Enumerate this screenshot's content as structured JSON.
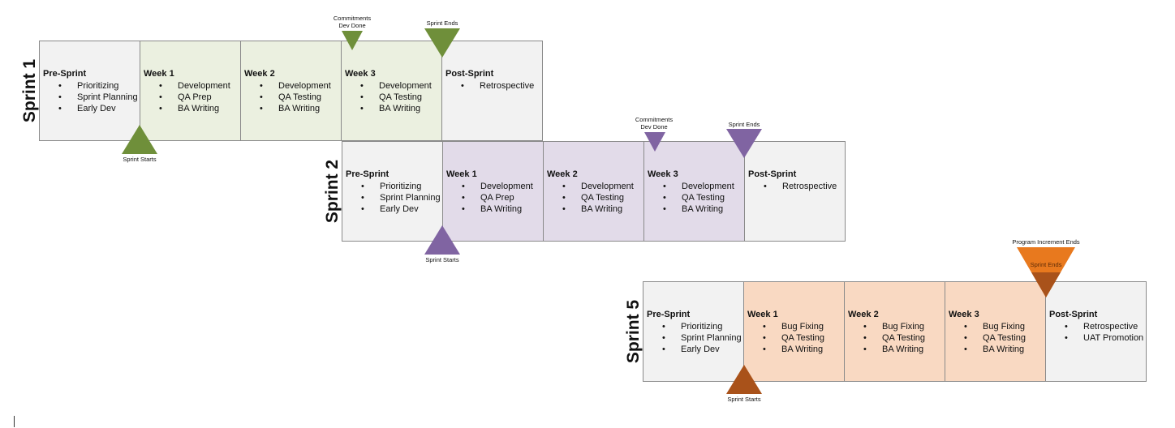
{
  "colors": {
    "neutral": "#f2f2f2",
    "sprint1_fill": "#ebf0e0",
    "sprint1_marker": "#6f8f3a",
    "sprint2_fill": "#e2dbe9",
    "sprint2_marker": "#8064a2",
    "sprint5_fill": "#f9d9c2",
    "sprint5_marker_orange": "#e8791e",
    "sprint5_marker_brown": "#a9521a"
  },
  "sprints": [
    {
      "label": "Sprint 1",
      "cells": [
        {
          "title": "Pre-Sprint",
          "items": [
            "Prioritizing",
            "Sprint Planning",
            "Early Dev"
          ]
        },
        {
          "title": "Week 1",
          "items": [
            "Development",
            "QA Prep",
            "BA Writing"
          ]
        },
        {
          "title": "Week 2",
          "items": [
            "Development",
            "QA Testing",
            "BA Writing"
          ]
        },
        {
          "title": "Week 3",
          "items": [
            "Development",
            "QA Testing",
            "BA Writing"
          ]
        },
        {
          "title": "Post-Sprint",
          "items": [
            "Retrospective"
          ]
        }
      ],
      "markers": {
        "commitments": "Commitments\nDev Done",
        "ends": "Sprint Ends",
        "starts": "Sprint Starts"
      }
    },
    {
      "label": "Sprint 2",
      "cells": [
        {
          "title": "Pre-Sprint",
          "items": [
            "Prioritizing",
            "Sprint Planning",
            "Early Dev"
          ]
        },
        {
          "title": "Week 1",
          "items": [
            "Development",
            "QA Prep",
            "BA Writing"
          ]
        },
        {
          "title": "Week 2",
          "items": [
            "Development",
            "QA Testing",
            "BA Writing"
          ]
        },
        {
          "title": "Week 3",
          "items": [
            "Development",
            "QA Testing",
            "BA Writing"
          ]
        },
        {
          "title": "Post-Sprint",
          "items": [
            "Retrospective"
          ]
        }
      ],
      "markers": {
        "commitments": "Commitments\nDev Done",
        "ends": "Sprint Ends",
        "starts": "Sprint Starts"
      }
    },
    {
      "label": "Sprint 5",
      "cells": [
        {
          "title": "Pre-Sprint",
          "items": [
            "Prioritizing",
            "Sprint Planning",
            "Early Dev"
          ]
        },
        {
          "title": "Week 1",
          "items": [
            "Bug Fixing",
            "QA Testing",
            "BA Writing"
          ]
        },
        {
          "title": "Week 2",
          "items": [
            "Bug Fixing",
            "QA Testing",
            "BA Writing"
          ]
        },
        {
          "title": "Week 3",
          "items": [
            "Bug Fixing",
            "QA Testing",
            "BA Writing"
          ]
        },
        {
          "title": "Post-Sprint",
          "items": [
            "Retrospective",
            "UAT Promotion"
          ]
        }
      ],
      "markers": {
        "program_ends": "Program Increment Ends",
        "ends": "Sprint Ends",
        "starts": "Sprint Starts"
      }
    }
  ]
}
